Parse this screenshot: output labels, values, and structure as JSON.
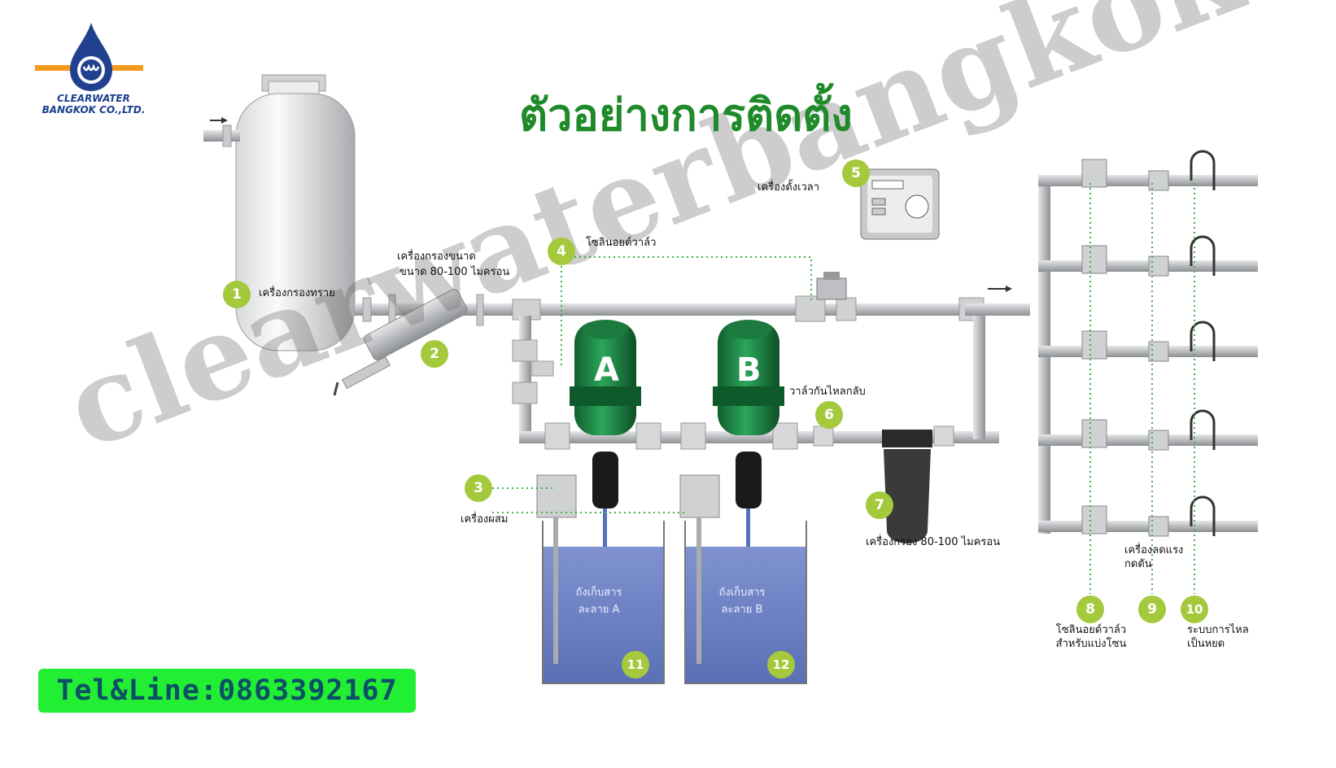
{
  "title": "ตัวอย่างการติดตั้ง",
  "brand": {
    "line1": "CLEARWATER",
    "line2": "BANGKOK CO.,LTD."
  },
  "contact": "Tel&Line:0863392167",
  "watermark": "clearwaterbangkok",
  "pumps": {
    "a": "A",
    "b": "B"
  },
  "components": [
    {
      "num": "1",
      "label": "เครื่องกรองทราย"
    },
    {
      "num": "2",
      "label": "เครื่องกรองขนาด",
      "label2": "ขนาด 80-100 ไมครอน"
    },
    {
      "num": "3",
      "label": "เครื่องผสม"
    },
    {
      "num": "4",
      "label": "โซลินอยด์วาล์ว"
    },
    {
      "num": "5",
      "label": "เครื่องตั้งเวลา"
    },
    {
      "num": "6",
      "label": "วาล์วกันไหลกลับ"
    },
    {
      "num": "7",
      "label": "เครื่องกรอง 80-100 ไมครอน"
    },
    {
      "num": "8",
      "label": "โซลินอยด์วาล์ว",
      "label2": "สำหรับแบ่งโซน"
    },
    {
      "num": "9",
      "label": "เครื่องลดแรง",
      "label2": "กดดัน"
    },
    {
      "num": "10",
      "label": "ระบบการไหล",
      "label2": "เป็นหยด"
    },
    {
      "num": "11",
      "label": "ถังเก็บสาร",
      "label2": "ละลาย A"
    },
    {
      "num": "12",
      "label": "ถังเก็บสาร",
      "label2": "ละลาย B"
    }
  ],
  "colors": {
    "title": "#1f8a2a",
    "badge": "#a5c93d",
    "pump": "#1e8a45",
    "tank_water": "#6d82c4",
    "pipe": "#bdbfc2",
    "leader": "#39b54a",
    "tel_bg": "#22ee33",
    "brand": "#1b3f8f"
  }
}
